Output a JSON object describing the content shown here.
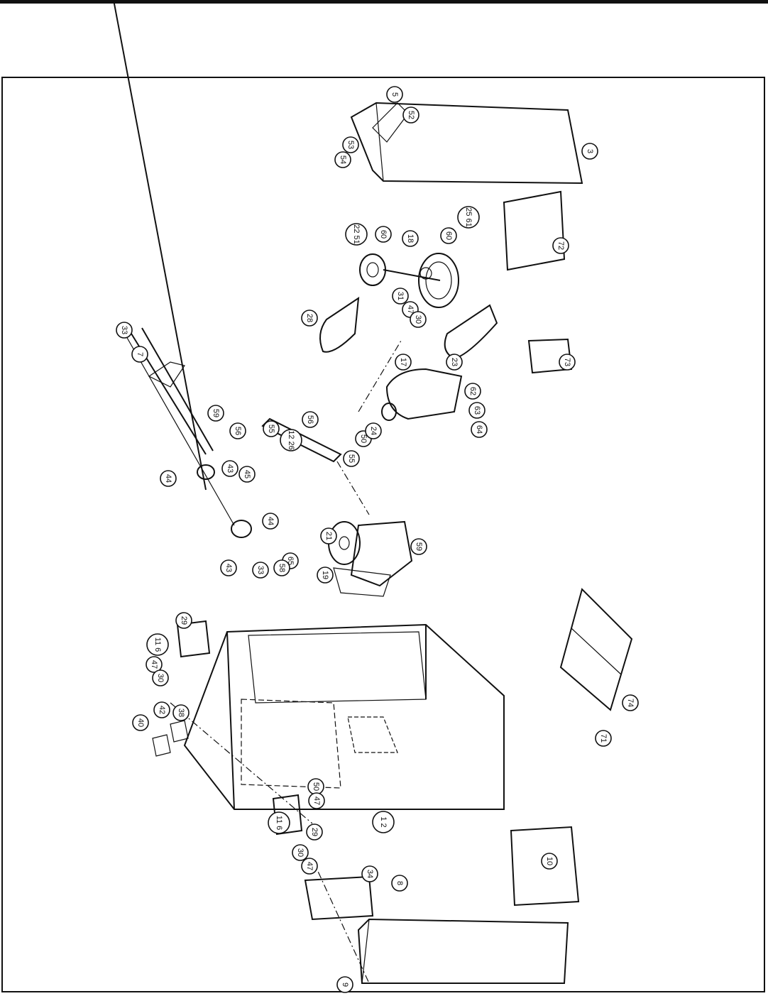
{
  "callouts": [
    "5",
    "52",
    "54",
    "53",
    "3",
    "22 51",
    "60",
    "18",
    "60",
    "25 61",
    "72",
    "28",
    "31",
    "47",
    "30",
    "23",
    "33",
    "7",
    "59",
    "17",
    "62",
    "63",
    "64",
    "73",
    "56",
    "55",
    "12 26",
    "56",
    "50",
    "24",
    "55",
    "44",
    "43",
    "45",
    "21",
    "59",
    "44",
    "43",
    "33",
    "65",
    "58",
    "19",
    "29",
    "11 6",
    "47",
    "30",
    "40",
    "42",
    "38",
    "71",
    "74",
    "11 6",
    "50",
    "47",
    "29",
    "1 2",
    "30",
    "47",
    "34",
    "8",
    "10",
    "9"
  ]
}
